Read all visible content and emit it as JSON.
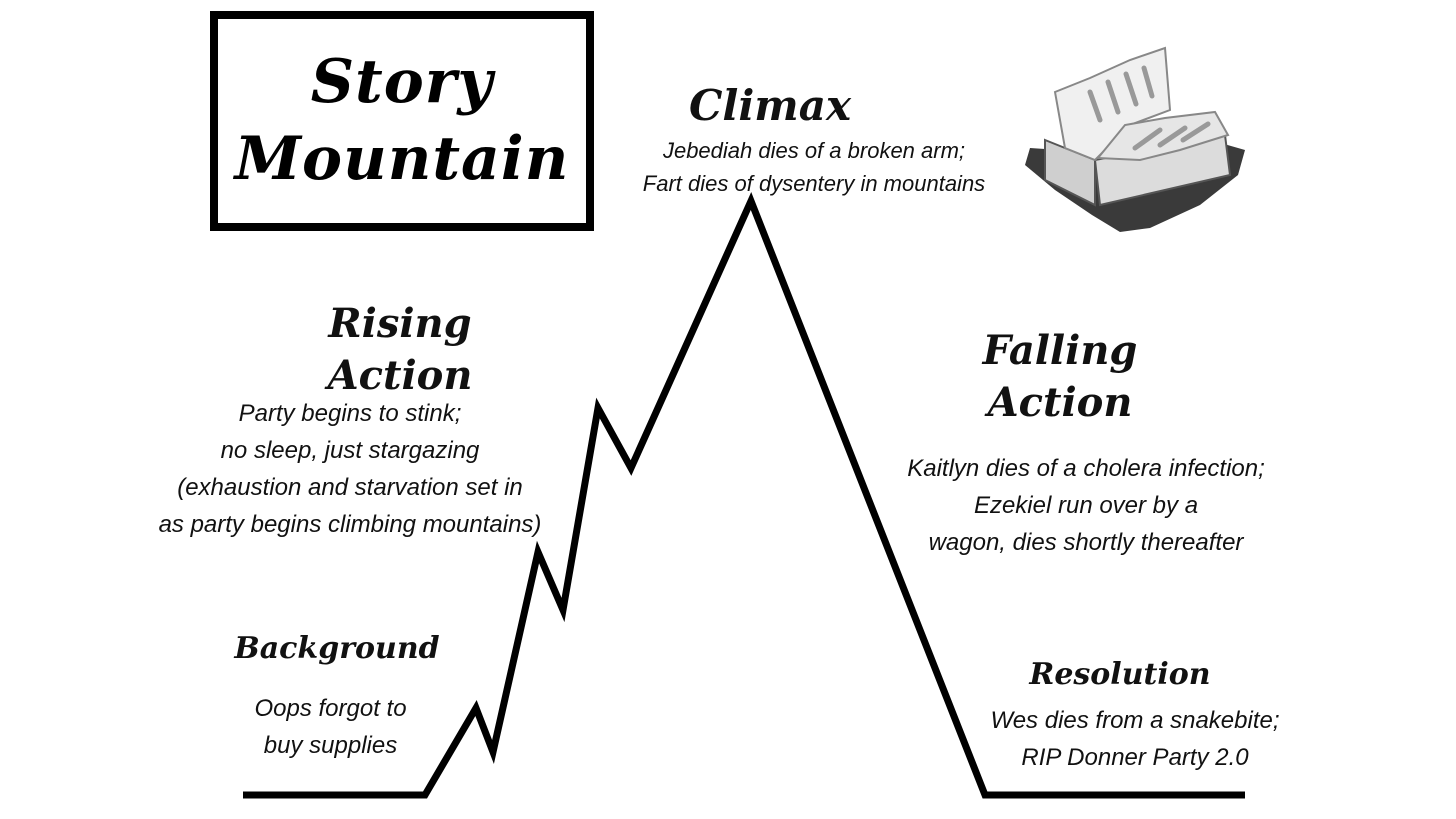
{
  "title": {
    "line1": "Story",
    "line2": "Mountain"
  },
  "stages": {
    "background": {
      "heading": [
        "Background"
      ],
      "text": [
        "Oops forgot to",
        "buy supplies"
      ]
    },
    "rising_action": {
      "heading": [
        "Rising",
        "Action"
      ],
      "text": [
        "Party begins to stink;",
        "no sleep, just stargazing",
        "(exhaustion and starvation set in",
        "as party begins climbing mountains)"
      ]
    },
    "climax": {
      "heading": [
        "Climax"
      ],
      "text": [
        "Jebediah dies of a broken arm;",
        "Fart dies of dysentery in mountains"
      ]
    },
    "falling_action": {
      "heading": [
        "Falling",
        "Action"
      ],
      "text": [
        "Kaitlyn dies of a cholera infection;",
        "Ezekiel run over by a",
        "wagon, dies shortly thereafter"
      ]
    },
    "resolution": {
      "heading": [
        "Resolution"
      ],
      "text": [
        "Wes dies from a snakebite;",
        "RIP Donner Party 2.0"
      ]
    },
    "icon": "open-book-icon"
  },
  "colors": {
    "line": "#000000",
    "text": "#111111"
  }
}
